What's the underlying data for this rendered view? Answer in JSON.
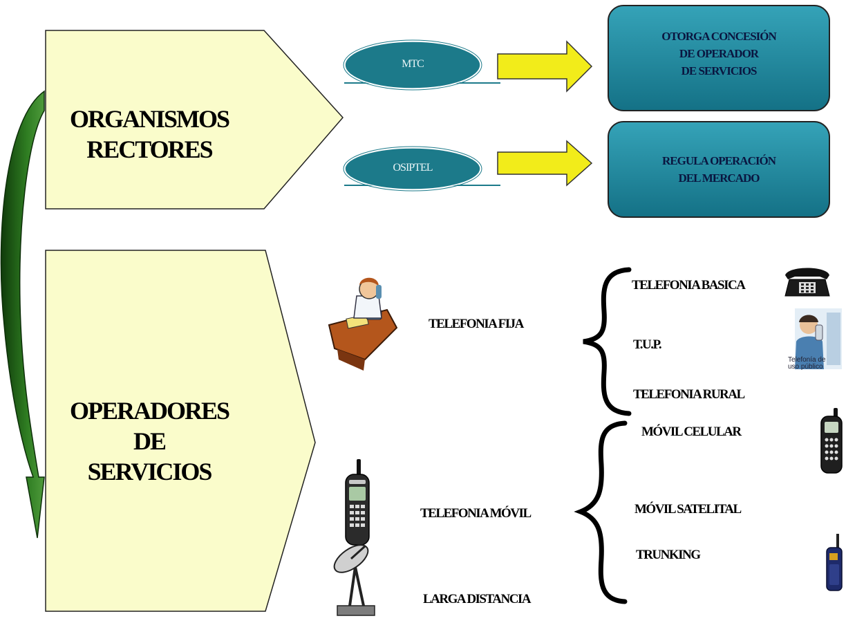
{
  "groups": {
    "top": {
      "label_line1": "ORGANISMOS",
      "label_line2": "RECTORES"
    },
    "bottom": {
      "label_line1": "OPERADORES",
      "label_line2": "DE",
      "label_line3": "SERVICIOS"
    }
  },
  "regulators": [
    {
      "name": "MTC",
      "role_line1": "OTORGA CONCESIÓN",
      "role_line2": "DE OPERADOR",
      "role_line3": "DE SERVICIOS"
    },
    {
      "name": "OSIPTEL",
      "role_line1": "REGULA OPERACIÓN",
      "role_line2": "DEL MERCADO"
    }
  ],
  "services": {
    "fija": "TELEFONIA FIJA",
    "movil": "TELEFONIA MÓVIL",
    "larga": "LARGA DISTANCIA"
  },
  "fija_types": [
    "TELEFONIA BASICA",
    "T.U.P.",
    "TELEFONIA RURAL"
  ],
  "movil_types": [
    "MÓVIL CELULAR",
    "MÓVIL SATELITAL",
    "TRUNKING"
  ],
  "tup_caption_line1": "Telefonía de",
  "tup_caption_line2": "uso público",
  "colors": {
    "pentagon_fill": "#fafccb",
    "box_fill": "#1f8ca3",
    "oval_fill": "#1c7a8a",
    "arrow_fill": "#f2ec1a",
    "curve_arrow": "#2e6b1e"
  }
}
